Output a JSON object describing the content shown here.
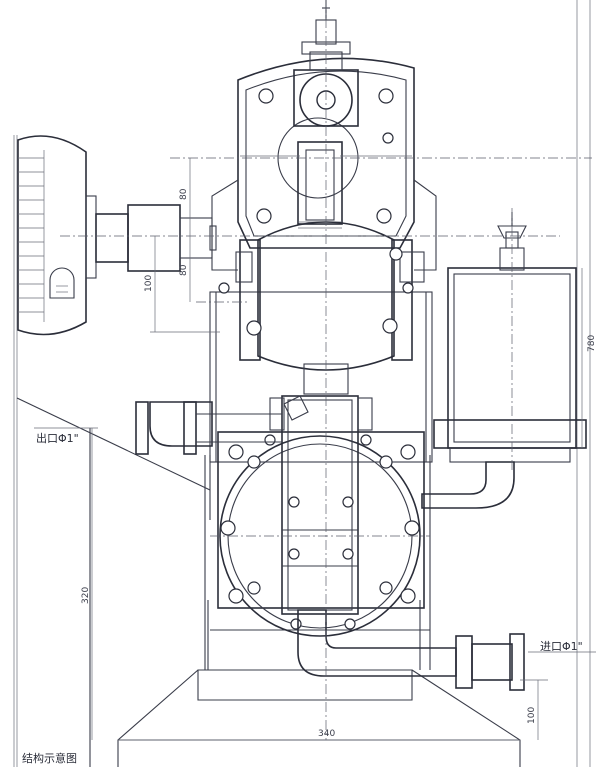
{
  "labels": {
    "outlet": "出口Φ1\"",
    "inlet": "进口Φ1\"",
    "caption": "结构示意图"
  },
  "dimensions": {
    "d80_upper": "80",
    "d80_lower": "80",
    "d100_left": "100",
    "d780": "780",
    "d320": "320",
    "d340": "340",
    "d100_right": "100"
  }
}
